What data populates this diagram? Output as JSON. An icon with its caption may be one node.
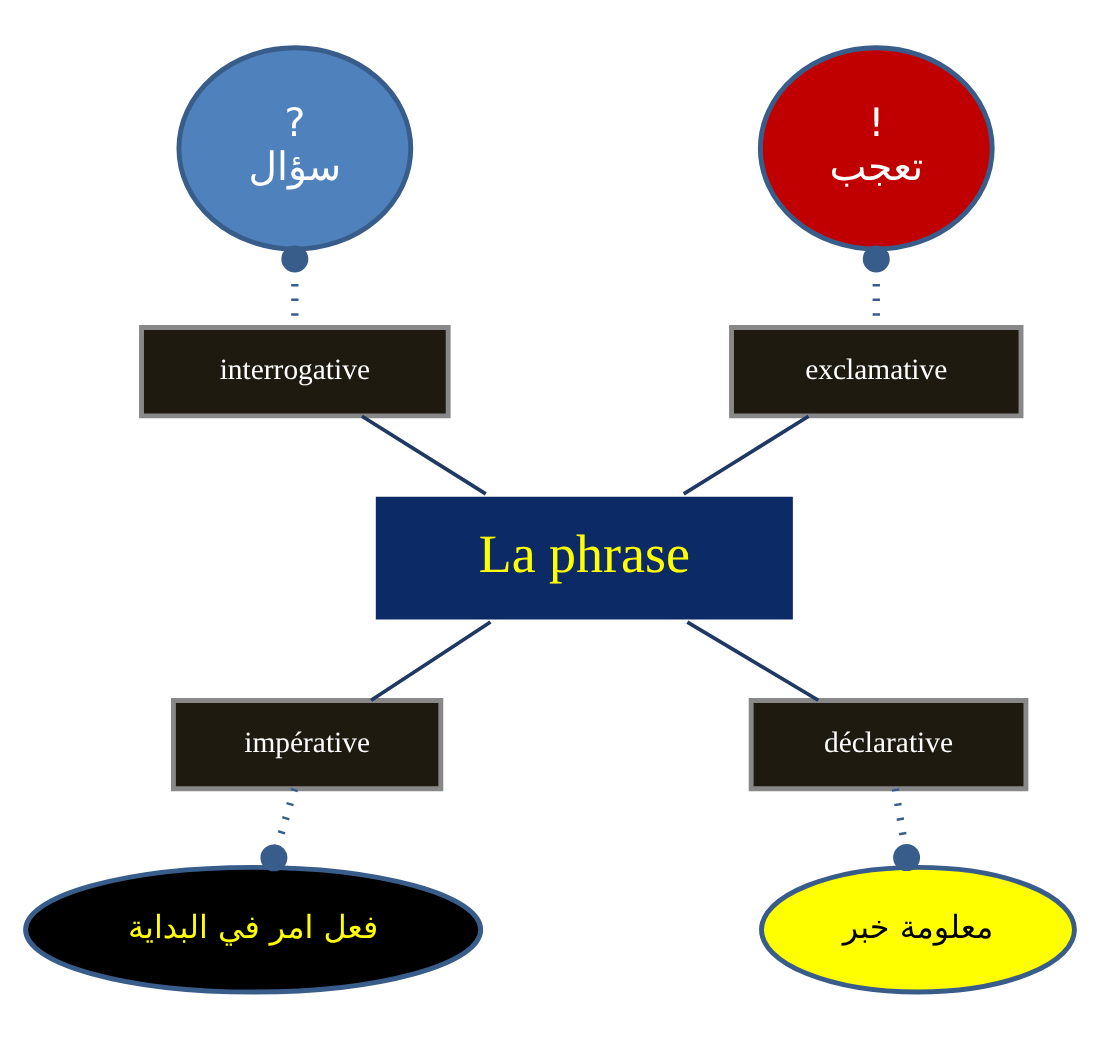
{
  "diagram": {
    "nodes": [
      {
        "text": [
          "La phrase"
        ]
      },
      {
        "text": [
          "interrogative"
        ]
      },
      {
        "text": [
          "?",
          "سؤال"
        ]
      },
      {
        "text": [
          "exclamative"
        ]
      },
      {
        "text": [
          "!",
          "تعجب"
        ]
      },
      {
        "text": [
          "impérative"
        ]
      },
      {
        "text": [
          "فعل امر في البداية"
        ]
      },
      {
        "text": [
          "déclarative"
        ]
      },
      {
        "text": [
          "معلومة خبر"
        ]
      }
    ],
    "edges": [
      {
        "from": 0,
        "to": 1,
        "arrow": "none"
      },
      {
        "from": 0,
        "to": 3,
        "arrow": "none"
      },
      {
        "from": 0,
        "to": 5,
        "arrow": "none"
      },
      {
        "from": 0,
        "to": 7,
        "arrow": "none"
      },
      {
        "from": 1,
        "to": 2,
        "arrow": "other",
        "style": "dashed"
      },
      {
        "from": 3,
        "to": 4,
        "arrow": "other",
        "style": "dashed"
      },
      {
        "from": 5,
        "to": 6,
        "arrow": "other",
        "style": "dashed"
      },
      {
        "from": 7,
        "to": 8,
        "arrow": "other",
        "style": "dashed"
      }
    ]
  }
}
